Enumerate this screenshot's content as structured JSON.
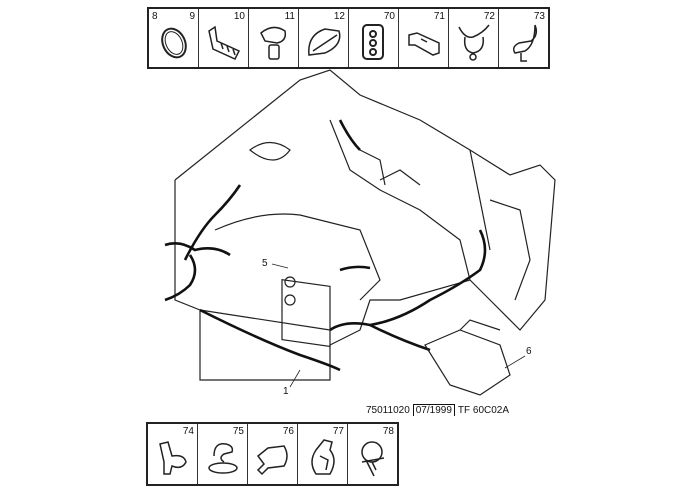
{
  "top_parts": [
    {
      "labels": [
        "8",
        "9"
      ],
      "icon": "ring-clip"
    },
    {
      "labels": [
        "10"
      ],
      "icon": "multi-clip"
    },
    {
      "labels": [
        "11"
      ],
      "icon": "push-clip"
    },
    {
      "labels": [
        "12"
      ],
      "icon": "cover-plate"
    },
    {
      "labels": [
        "70"
      ],
      "icon": "triple-clip"
    },
    {
      "labels": [
        "71"
      ],
      "icon": "bracket"
    },
    {
      "labels": [
        "72"
      ],
      "icon": "cable-clip"
    },
    {
      "labels": [
        "73"
      ],
      "icon": "fir-tree-clip"
    }
  ],
  "bottom_parts": [
    {
      "labels": [
        "74"
      ],
      "icon": "pipe-clip"
    },
    {
      "labels": [
        "75"
      ],
      "icon": "round-clip"
    },
    {
      "labels": [
        "76"
      ],
      "icon": "edge-clip"
    },
    {
      "labels": [
        "77"
      ],
      "icon": "strap-clip"
    },
    {
      "labels": [
        "78"
      ],
      "icon": "tie-clip"
    }
  ],
  "callouts": {
    "c1": "1",
    "c5": "5",
    "c6": "6"
  },
  "reference": {
    "code": "75011020",
    "date": "07/1999",
    "sheet": "TF 60C02A"
  }
}
